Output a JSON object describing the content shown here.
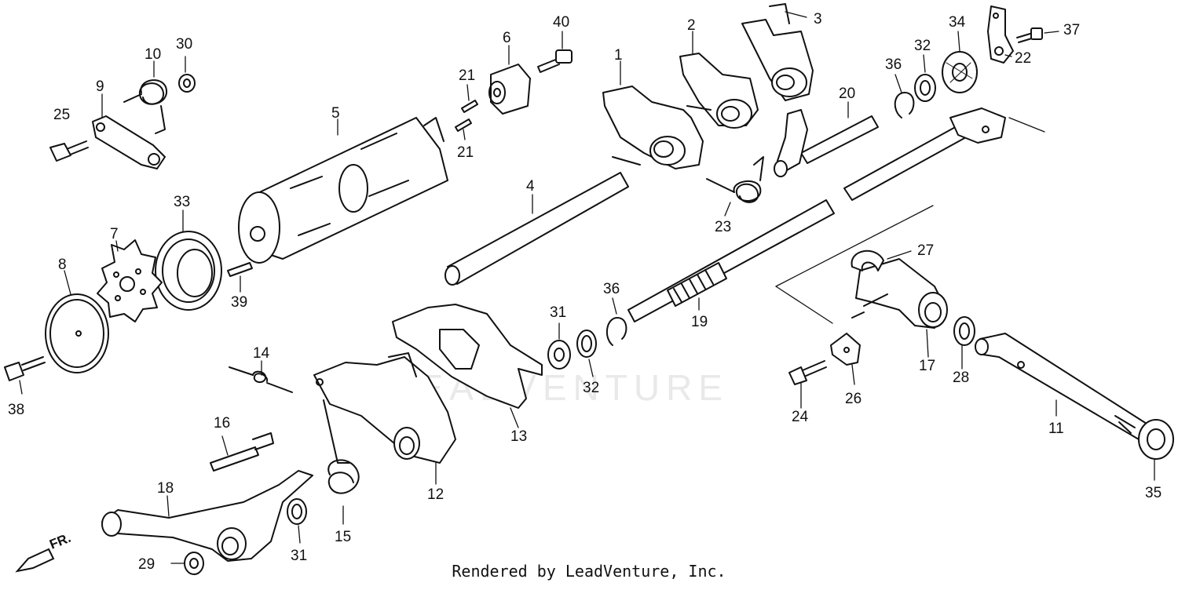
{
  "footer": {
    "credit": "Rendered by LeadVenture, Inc."
  },
  "direction": {
    "label": "FR."
  },
  "watermark": {
    "text": "LEADVENTURE"
  },
  "colors": {
    "line": "#111111",
    "background": "#ffffff",
    "watermark": "#e9e9e9"
  },
  "callouts": {
    "c1": "1",
    "c2": "2",
    "c3": "3",
    "c4": "4",
    "c5": "5",
    "c6": "6",
    "c7": "7",
    "c8": "8",
    "c9": "9",
    "c10": "10",
    "c11": "11",
    "c12": "12",
    "c13": "13",
    "c14": "14",
    "c15": "15",
    "c16": "16",
    "c17": "17",
    "c18": "18",
    "c19": "19",
    "c20": "20",
    "c21a": "21",
    "c21b": "21",
    "c22": "22",
    "c23": "23",
    "c24": "24",
    "c25": "25",
    "c26": "26",
    "c27": "27",
    "c28": "28",
    "c29": "29",
    "c30": "30",
    "c31a": "31",
    "c31b": "31",
    "c32a": "32",
    "c32b": "32",
    "c33": "33",
    "c34": "34",
    "c35": "35",
    "c36a": "36",
    "c36b": "36",
    "c37": "37",
    "c38": "38",
    "c39": "39",
    "c40": "40"
  }
}
